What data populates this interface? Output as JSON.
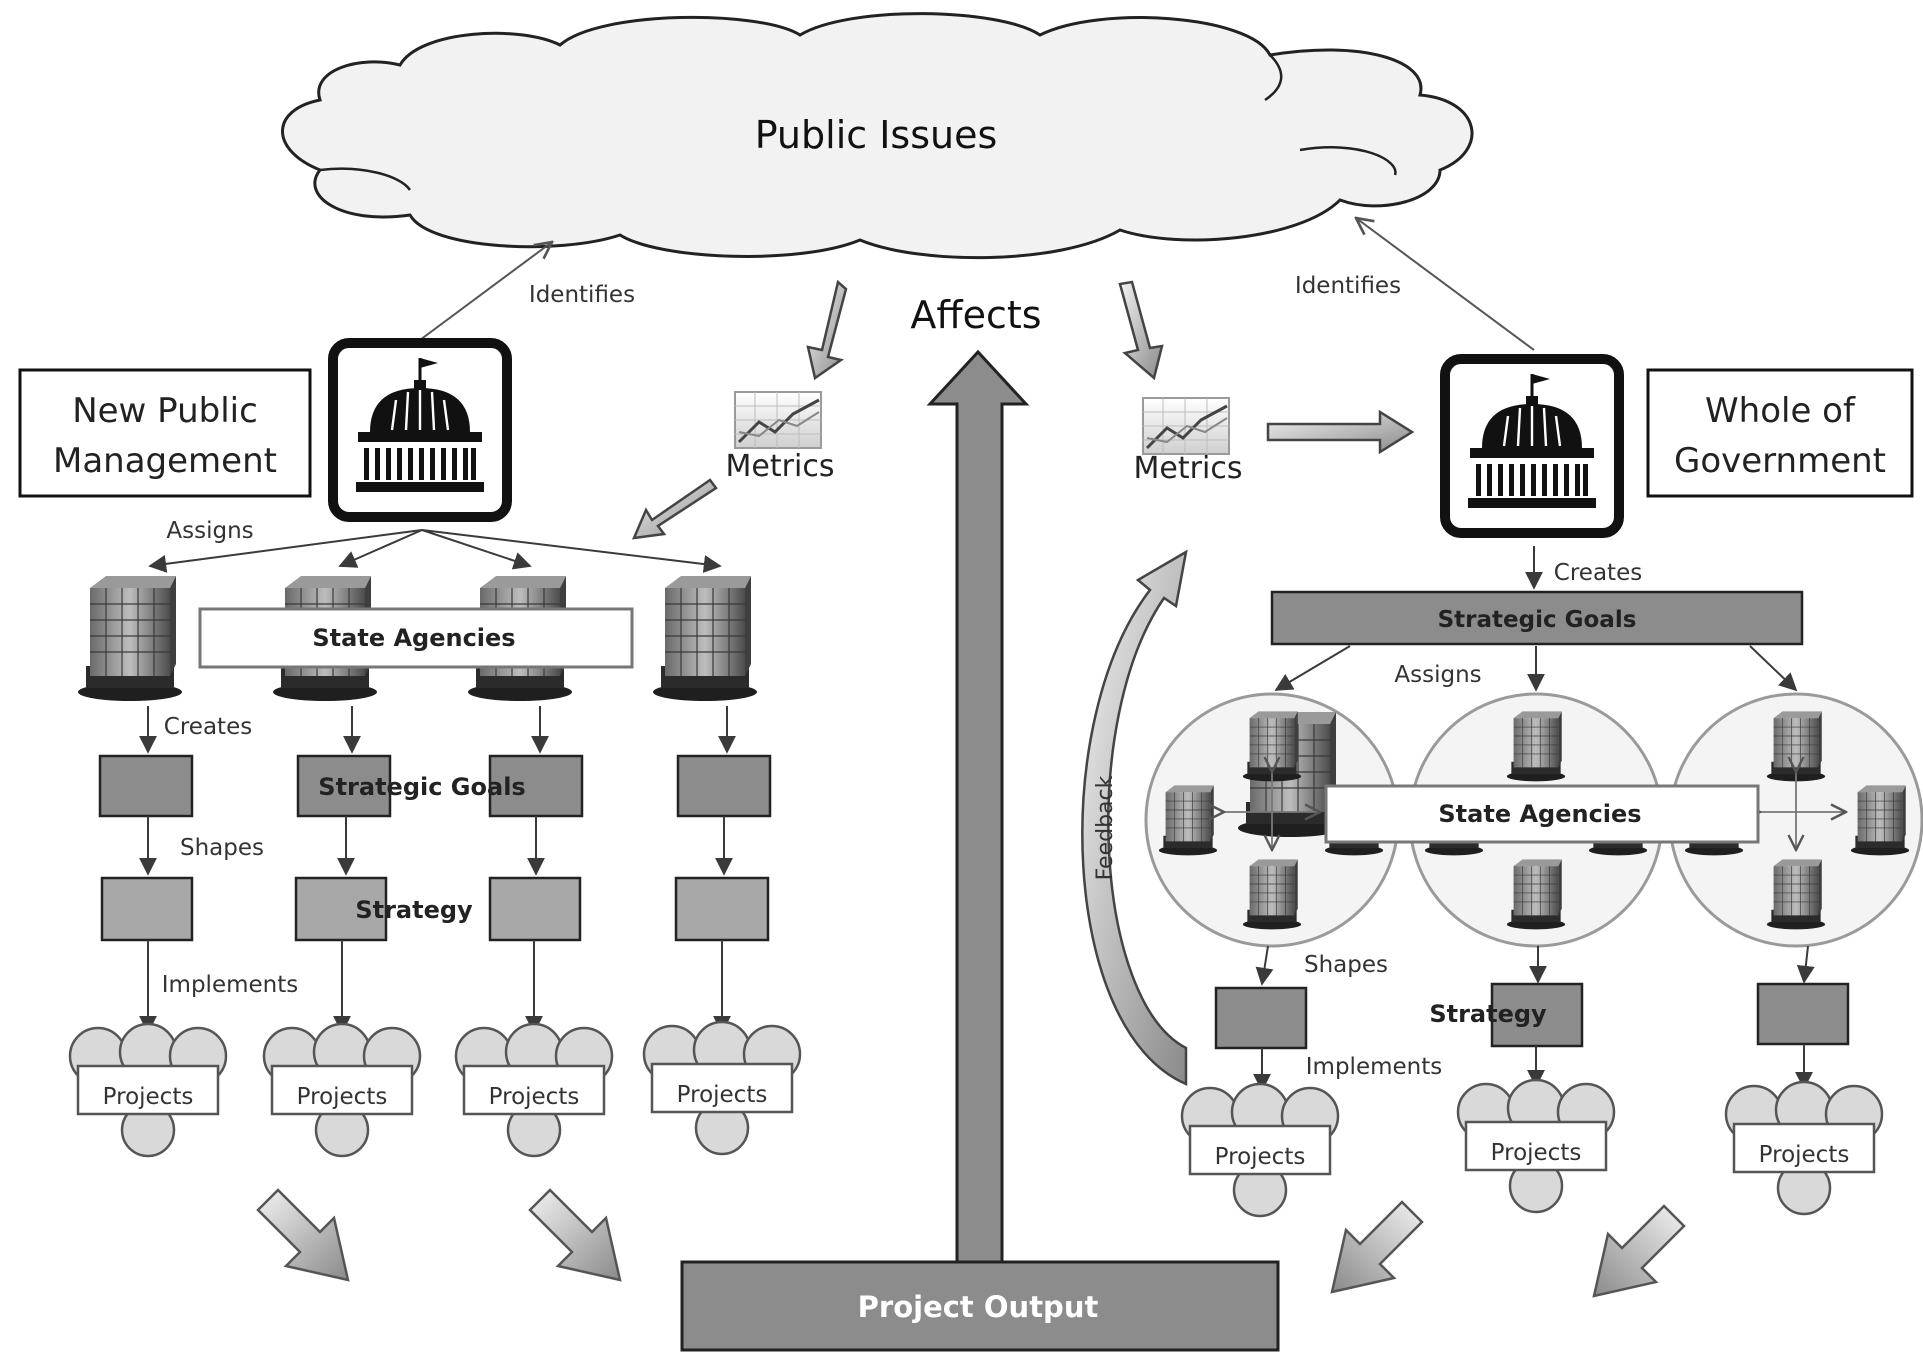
{
  "labels": {
    "public_issues": "Public Issues",
    "affects": "Affects",
    "project_output": "Project Output",
    "left_identifies": "Identifies",
    "right_identifies": "Identifies",
    "left_metrics": "Metrics",
    "right_metrics": "Metrics",
    "feedback": "Feedback"
  },
  "left_model": {
    "title_line1": "New Public",
    "title_line2": "Management",
    "assigns": "Assigns",
    "state_agencies": "State Agencies",
    "creates": "Creates",
    "strategic_goals": "Strategic Goals",
    "shapes": "Shapes",
    "strategy": "Strategy",
    "implements": "Implements",
    "projects": [
      "Projects",
      "Projects",
      "Projects",
      "Projects"
    ]
  },
  "right_model": {
    "title_line1": "Whole of",
    "title_line2": "Government",
    "creates": "Creates",
    "strategic_goals": "Strategic Goals",
    "assigns": "Assigns",
    "state_agencies": "State Agencies",
    "shapes": "Shapes",
    "strategy": "Strategy",
    "implements": "Implements",
    "projects": [
      "Projects",
      "Projects",
      "Projects"
    ]
  },
  "colors": {
    "box_fill": "#8c8c8c",
    "box_light": "#a8a8a8",
    "line": "#404040",
    "cloud_fill": "#f2f2f2"
  }
}
